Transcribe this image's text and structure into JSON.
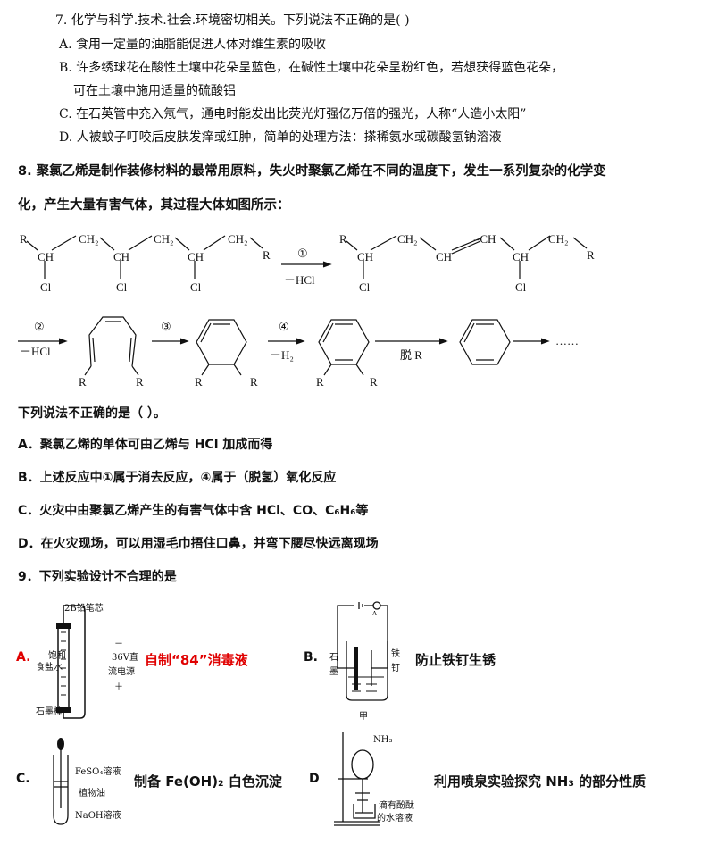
{
  "q7": {
    "stem": "7. 化学与科学.技术.社会.环境密切相关。下列说法不正确的是(      )",
    "options": [
      "A. 食用一定量的油脂能促进人体对维生素的吸收",
      "B. 许多绣球花在酸性土壤中花朵呈蓝色，在碱性土壤中花朵呈粉红色，若想获得蓝色花朵，",
      "可在土壤中施用适量的硫酸铝",
      "C. 在石英管中充入氖气，通电时能发出比荧光灯强亿万倍的强光，人称“人造小太阳”",
      "D. 人被蚊子叮咬后皮肤发痒或红肿，简单的处理方法：搽稀氨水或碳酸氢钠溶液"
    ]
  },
  "q8": {
    "stem_line1": "8. 聚氯乙烯是制作装修材料的最常用原料，失火时聚氯乙烯在不同的温度下，发生一系列复杂的化学变",
    "stem_line2": "化，产生大量有害气体，其过程大体如图所示：",
    "scheme": {
      "R": "R",
      "CH": "CH",
      "CH2": "CH₂",
      "Cl": "Cl",
      "eqCH": "=CH",
      "step1": "①",
      "step2": "②",
      "step3": "③",
      "step4": "④",
      "minus_hcl": "－HCl",
      "minus_h2": "－H₂",
      "de_r": "脱 R",
      "ellipsis": "……"
    },
    "question": "下列说法不正确的是（      ）。",
    "options": [
      "A．聚氯乙烯的单体可由乙烯与 HCl 加成而得",
      "B．上述反应中①属于消去反应，④属于（脱氢）氧化反应",
      "C．火灾中由聚氯乙烯产生的有害气体中含 HCl、CO、C₆H₆等",
      "D．在火灾现场，可以用湿毛巾捂住口鼻，并弯下腰尽快远离现场"
    ]
  },
  "q9": {
    "stem": "9．下列实验设计不合理的是",
    "A": {
      "letter": "A.",
      "desc": "自制“84”消毒液",
      "labels": [
        "2B铅笔芯",
        "饱和",
        "食盐水",
        "36V直",
        "流电源",
        "石墨棒",
        "－",
        "＋"
      ],
      "color": "#e00000"
    },
    "B": {
      "letter": "B.",
      "desc": "防止铁钉生锈",
      "labels": [
        "石",
        "墨",
        "铁",
        "钉",
        "甲",
        "A"
      ]
    },
    "C": {
      "letter": "C.",
      "desc": "制备 Fe(OH)₂ 白色沉淀",
      "labels": [
        "FeSO₄溶液",
        "植物油",
        "NaOH溶液"
      ]
    },
    "D": {
      "letter": "D",
      "desc": "利用喷泉实验探究 NH₃ 的部分性质",
      "labels": [
        "NH₃",
        "滴有酚酞",
        "的水溶液"
      ]
    }
  }
}
